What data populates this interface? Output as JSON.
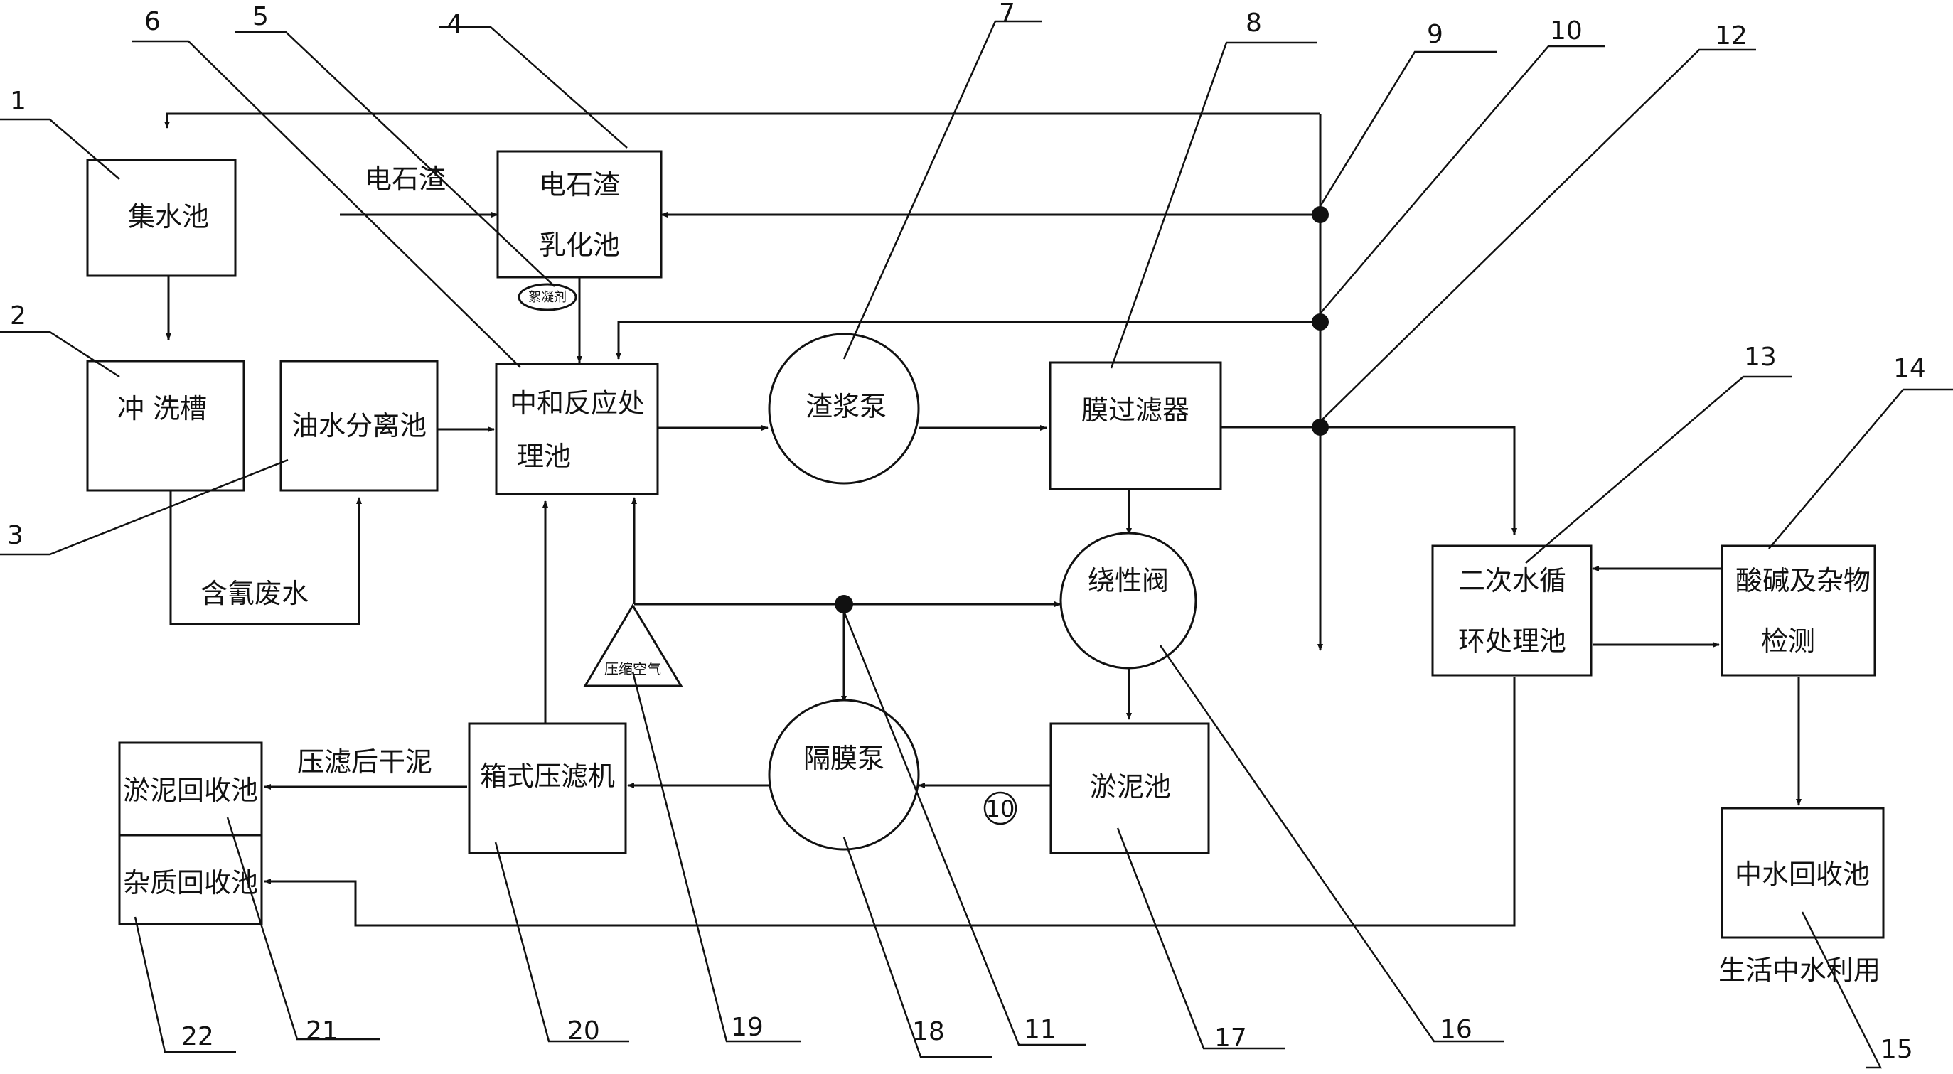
{
  "nodes": {
    "n1": "集水池",
    "n2": "冲 洗槽",
    "n3": "油水分离池",
    "n4a": "电石渣",
    "n4b": "乳化池",
    "n5": "絮凝剂",
    "n6a": "中和反应处",
    "n6b": "理池",
    "n7": "渣浆泵",
    "n8": "膜过滤器",
    "n13a": "二次水循",
    "n13b": "环处理池",
    "n14a": "酸碱及杂物",
    "n14b": "检测",
    "n15": "中水回收池",
    "n16": "绕性阀",
    "n17": "淤泥池",
    "n18": "隔膜泵",
    "n19": "压缩空气",
    "n20": "箱式压滤机",
    "n21": "淤泥回收池",
    "n22": "杂质回收池"
  },
  "edge_labels": {
    "carbide_slag": "电石渣",
    "cyanide_wastewater": "含氰废水",
    "dry_sludge": "压滤后干泥",
    "reuse": "生活中水利用",
    "circled_ten": "10"
  },
  "callouts": [
    "1",
    "2",
    "3",
    "4",
    "5",
    "6",
    "7",
    "8",
    "9",
    "10",
    "12",
    "13",
    "14",
    "15",
    "16",
    "17",
    "18",
    "11",
    "19",
    "20",
    "21",
    "22"
  ]
}
